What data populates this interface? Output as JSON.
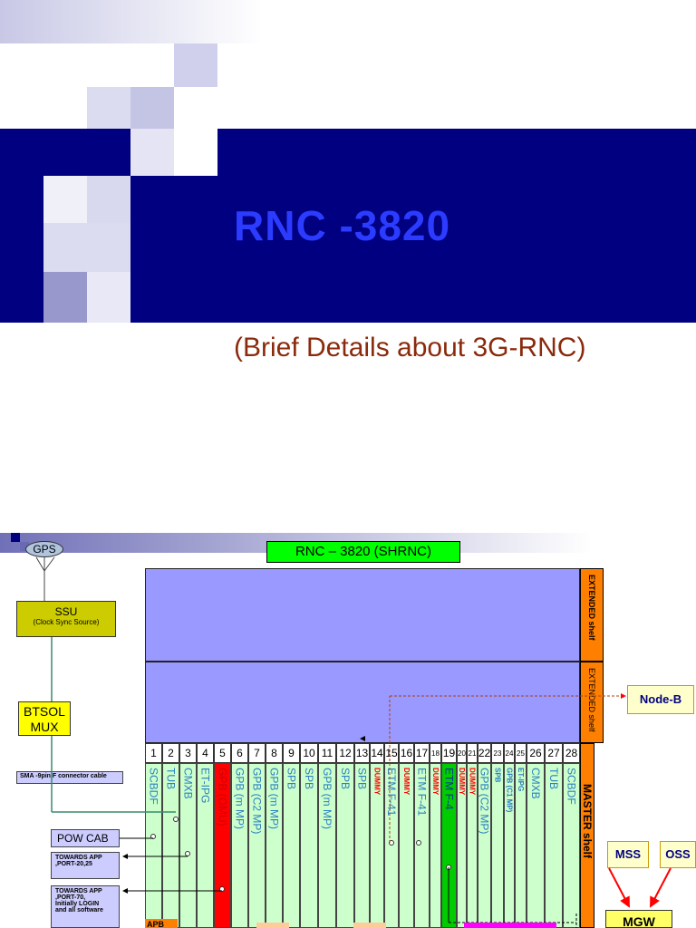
{
  "slide": {
    "title": "RNC -3820",
    "subtitle": "(Brief Details about 3G-RNC)"
  },
  "diagram": {
    "heading": "RNC – 3820 (SHRNC)",
    "gps": "GPS",
    "ssu": {
      "line1": "SSU",
      "line2": "(Clock Sync Source)"
    },
    "btsol": {
      "line1": "BTSOL",
      "line2": "MUX"
    },
    "sma_cable": "SMA -9pin F connector cable",
    "pow_cab": "POW CAB",
    "towards_app_1": {
      "line1": "TOWARDS APP",
      "line2": ",PORT-20,25"
    },
    "towards_app_2": {
      "line1": "TOWARDS APP",
      "line2": ",PORT-70,",
      "line3": "Initially LOGIN",
      "line4": "and all software"
    },
    "extended_shelf_1": "EXTENDED shelf",
    "extended_shelf_2": "EXTENDED shelf",
    "master_shelf": "MASTER shelf",
    "nodeb": "Node-B",
    "mss": "MSS",
    "oss": "OSS",
    "mgw": "MGW",
    "apb": "APB",
    "slot_numbers": [
      "1",
      "2",
      "3",
      "4",
      "5",
      "6",
      "7",
      "8",
      "9",
      "10",
      "11",
      "12",
      "13",
      "14",
      "15",
      "16",
      "17",
      "18",
      "19",
      "20",
      "21",
      "22",
      "23",
      "24",
      "25",
      "26",
      "27",
      "28"
    ],
    "slot_labels": [
      "SCBDF",
      "TUB",
      "CMXB",
      "ET-IPG",
      "GPB (OMU)",
      "GPB (m MP)",
      "GPB (C2 MP)",
      "GPB (m MP)",
      "SPB",
      "SPB",
      "GPB (m MP)",
      "SPB",
      "SPB",
      "DUMMY",
      "ETM  F-41",
      "DUMMY",
      "ETM  F-41",
      "DUMMY",
      "ETM  F-4",
      "DUMMY",
      "DUMMY",
      "GPB (C2 MP)",
      "SPB",
      "GPB (C1 MP)",
      "ET-IPG",
      "CMXB",
      "TUB",
      "SCBDF"
    ]
  },
  "colors": {
    "band": "#000080",
    "title": "#2b3bff",
    "subtitle": "#8b2a0c",
    "shelf": "#9999ff",
    "slot": "#ccffcc",
    "omu": "#ff0000",
    "etm19": "#00cc00",
    "accent_orange": "#ff8000",
    "yellow_box": "#ffff00",
    "heading_box": "#00ff00"
  }
}
